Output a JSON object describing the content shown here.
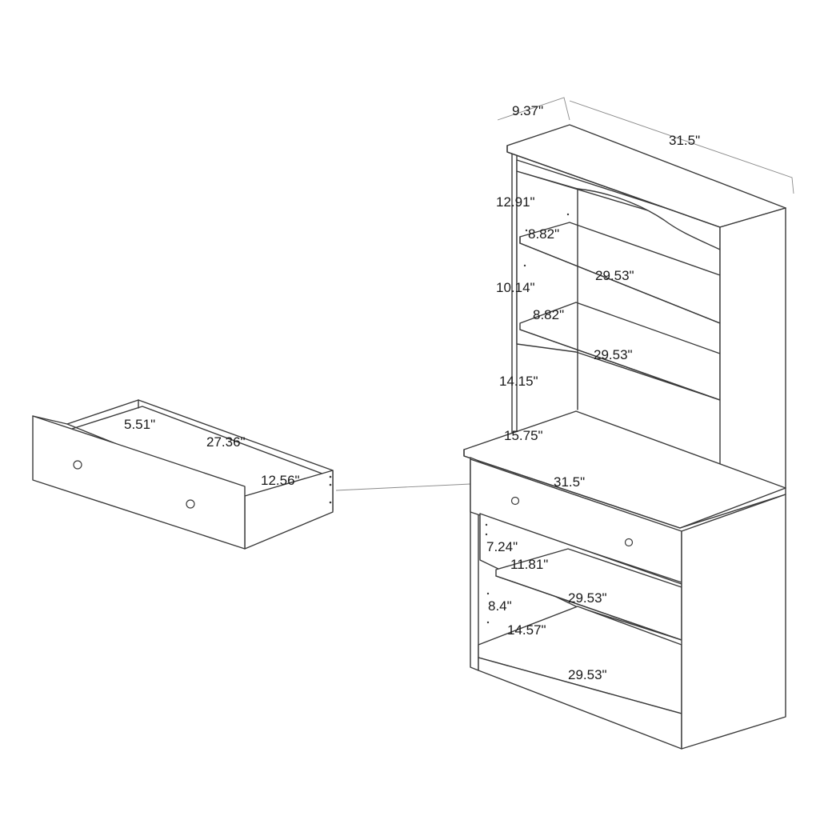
{
  "colors": {
    "line": "#3a3a3a",
    "text": "#1a1a1a",
    "background": "#ffffff"
  },
  "dimensions": {
    "hutch_depth": "9.37\"",
    "hutch_width": "31.5\"",
    "hutch_upper_opening": "12.91\"",
    "hutch_shelf1_depth": "8.82\"",
    "hutch_shelf1_width": "29.53\"",
    "hutch_middle_opening": "10.14\"",
    "hutch_shelf2_depth": "8.82\"",
    "hutch_shelf2_width": "29.53\"",
    "hutch_lower_opening": "14.15\"",
    "base_depth": "15.75\"",
    "base_width": "31.5\"",
    "base_upper_opening": "7.24\"",
    "base_shelf_depth": "11.81\"",
    "base_shelf_width": "29.53\"",
    "base_lower_opening": "8.4\"",
    "base_bottom_depth": "14.57\"",
    "base_bottom_width": "29.53\"",
    "drawer_height": "5.51\"",
    "drawer_width": "27.36\"",
    "drawer_depth": "12.56\""
  }
}
